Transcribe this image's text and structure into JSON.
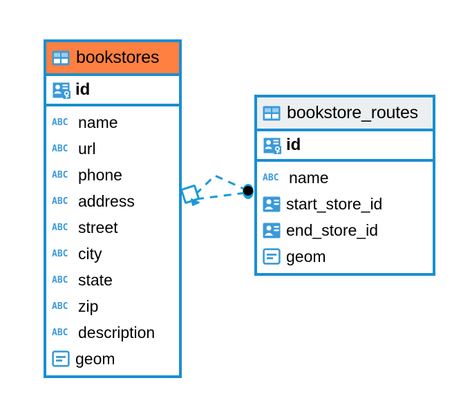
{
  "diagram": {
    "kind": "entity-relationship-diagram",
    "background": "#ffffff",
    "colors": {
      "border": "#1a8fd0",
      "icon_blue": "#3a9ad9",
      "header_highlight": "#ff8040",
      "header_default": "#eceff1",
      "text": "#000000",
      "connector": "#1a9ad6",
      "connector_endpoint": "#000000"
    },
    "entities": [
      {
        "id": "bookstores",
        "title": "bookstores",
        "header_icon": "table-icon",
        "header_style": "highlight",
        "primary_key": {
          "name": "id",
          "icon": "primary-key-icon"
        },
        "fields": [
          {
            "name": "name",
            "icon": "text-abc-icon"
          },
          {
            "name": "url",
            "icon": "text-abc-icon"
          },
          {
            "name": "phone",
            "icon": "text-abc-icon"
          },
          {
            "name": "address",
            "icon": "text-abc-icon"
          },
          {
            "name": "street",
            "icon": "text-abc-icon"
          },
          {
            "name": "city",
            "icon": "text-abc-icon"
          },
          {
            "name": "state",
            "icon": "text-abc-icon"
          },
          {
            "name": "zip",
            "icon": "text-abc-icon"
          },
          {
            "name": "description",
            "icon": "text-abc-icon"
          },
          {
            "name": "geom",
            "icon": "geometry-icon"
          }
        ]
      },
      {
        "id": "bookstore_routes",
        "title": "bookstore_routes",
        "header_icon": "table-icon",
        "header_style": "default",
        "primary_key": {
          "name": "id",
          "icon": "primary-key-icon"
        },
        "fields": [
          {
            "name": "name",
            "icon": "text-abc-icon"
          },
          {
            "name": "start_store_id",
            "icon": "foreign-key-icon"
          },
          {
            "name": "end_store_id",
            "icon": "foreign-key-icon"
          },
          {
            "name": "geom",
            "icon": "geometry-icon"
          }
        ]
      }
    ],
    "relationships": [
      {
        "from": "bookstores",
        "to": "bookstore_routes",
        "style": "dashed",
        "source_endpoint": "diamond",
        "target_endpoint": "filled-circle",
        "line_count": 2
      }
    ]
  }
}
